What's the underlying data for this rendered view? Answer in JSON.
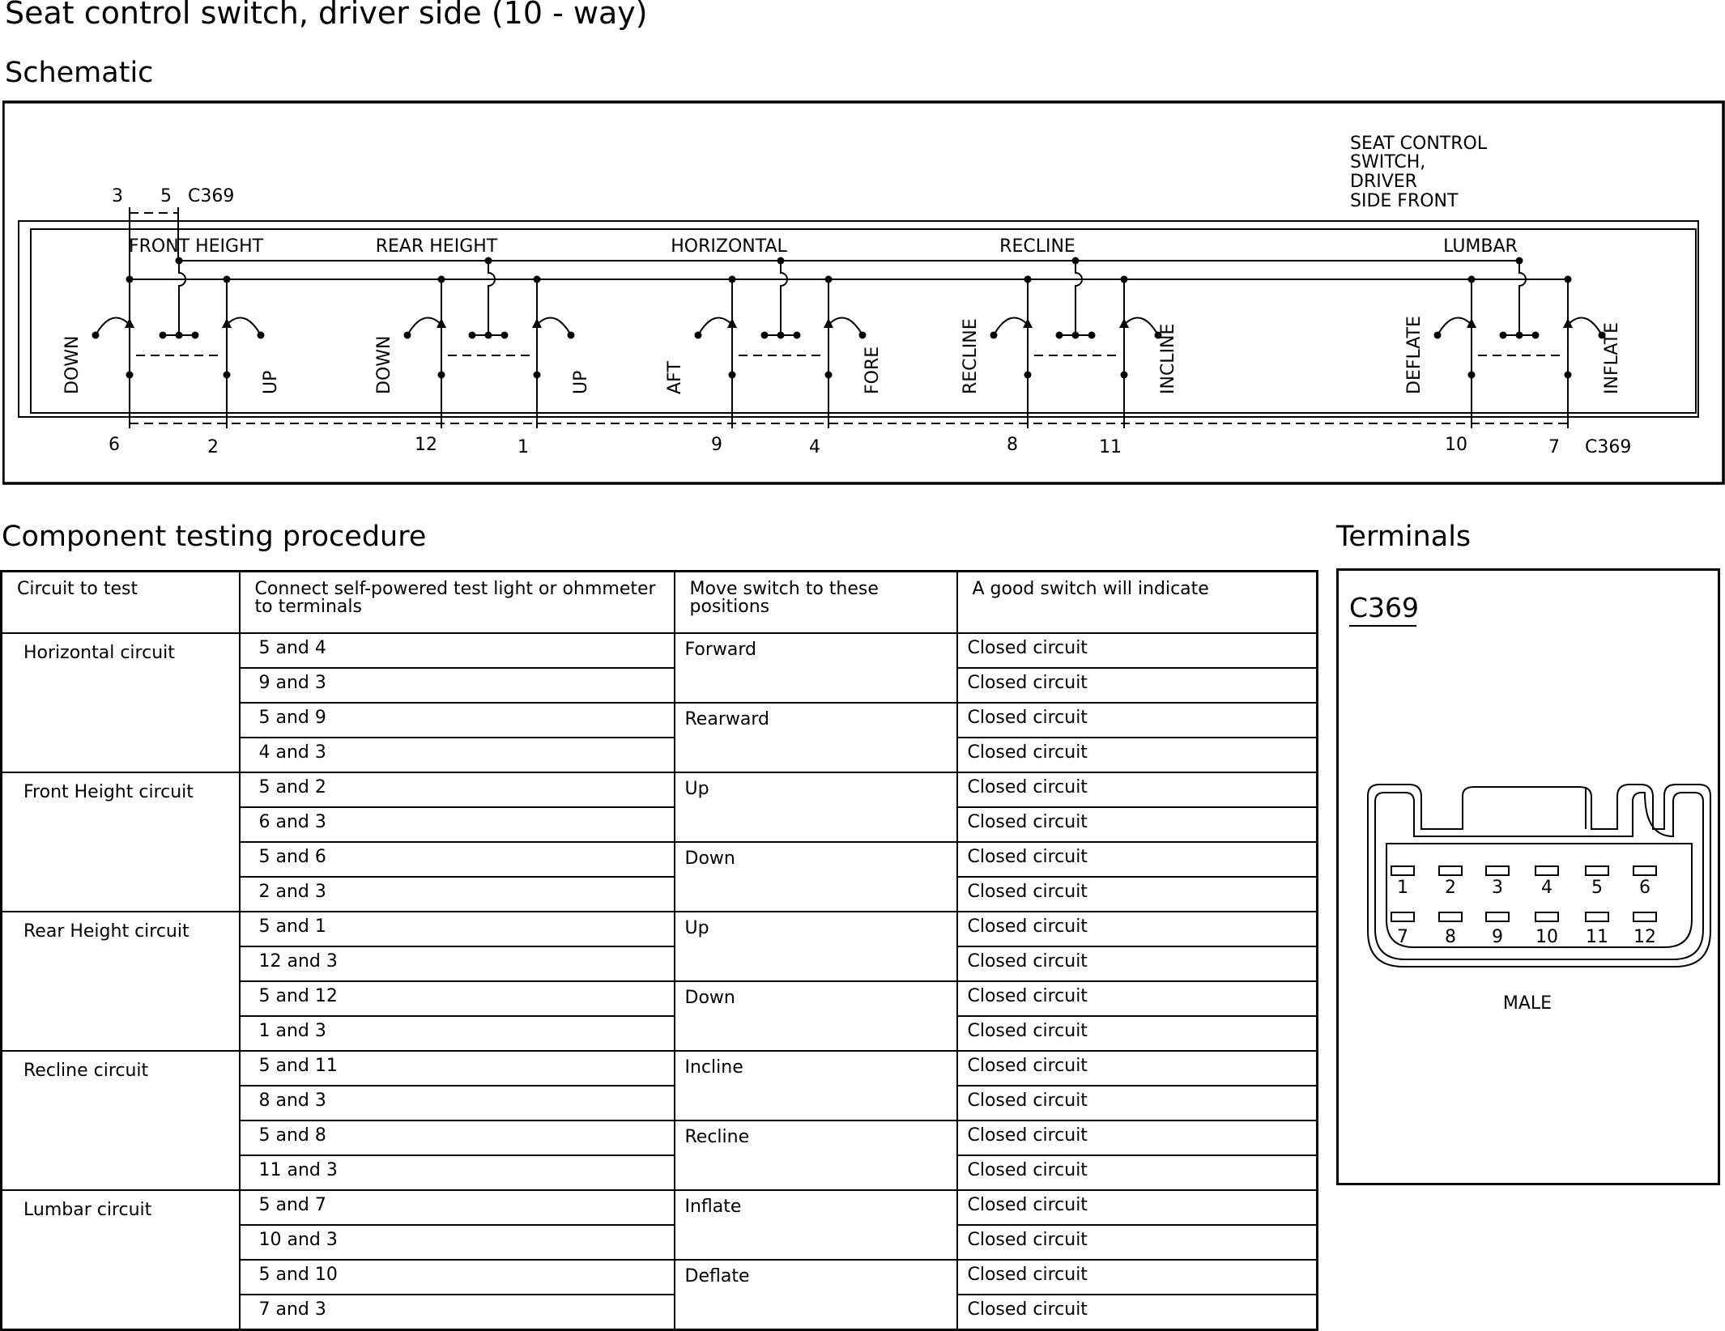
{
  "title": "Seat control switch, driver side (10 - way)",
  "schematic": {
    "heading": "Schematic",
    "component_label": [
      "SEAT CONTROL",
      "SWITCH,",
      "DRIVER",
      "SIDE FRONT"
    ],
    "connector": "C369",
    "top_terminals": [
      "3",
      "5"
    ],
    "sections": [
      {
        "title": "FRONT HEIGHT",
        "left_label": "DOWN",
        "right_label": "UP",
        "left_pin": "6",
        "right_pin": "2"
      },
      {
        "title": "REAR HEIGHT",
        "left_label": "DOWN",
        "right_label": "UP",
        "left_pin": "12",
        "right_pin": "1"
      },
      {
        "title": "HORIZONTAL",
        "left_label": "AFT",
        "right_label": "FORE",
        "left_pin": "9",
        "right_pin": "4"
      },
      {
        "title": "RECLINE",
        "left_label": "RECLINE",
        "right_label": "INCLINE",
        "left_pin": "8",
        "right_pin": "11"
      },
      {
        "title": "LUMBAR",
        "left_label": "DEFLATE",
        "right_label": "INFLATE",
        "left_pin": "10",
        "right_pin": "7"
      }
    ]
  },
  "procedure": {
    "heading": "Component testing procedure",
    "columns": [
      "Circuit to test",
      "Connect self-powered test light or ohmmeter to terminals",
      "Move switch to these positions",
      "A good switch will indicate"
    ],
    "circuits": [
      {
        "name": "Horizontal circuit",
        "groups": [
          {
            "position": "Forward",
            "rows": [
              {
                "terminals": "5 and 4",
                "result": "Closed circuit"
              },
              {
                "terminals": "9 and 3",
                "result": "Closed circuit"
              }
            ]
          },
          {
            "position": "Rearward",
            "rows": [
              {
                "terminals": "5 and 9",
                "result": "Closed circuit"
              },
              {
                "terminals": "4 and 3",
                "result": "Closed circuit"
              }
            ]
          }
        ]
      },
      {
        "name": "Front Height circuit",
        "groups": [
          {
            "position": "Up",
            "rows": [
              {
                "terminals": "5 and 2",
                "result": "Closed circuit"
              },
              {
                "terminals": "6 and 3",
                "result": "Closed circuit"
              }
            ]
          },
          {
            "position": "Down",
            "rows": [
              {
                "terminals": "5 and 6",
                "result": "Closed circuit"
              },
              {
                "terminals": "2 and 3",
                "result": "Closed circuit"
              }
            ]
          }
        ]
      },
      {
        "name": "Rear Height circuit",
        "groups": [
          {
            "position": "Up",
            "rows": [
              {
                "terminals": "5 and 1",
                "result": "Closed circuit"
              },
              {
                "terminals": "12 and 3",
                "result": "Closed circuit"
              }
            ]
          },
          {
            "position": "Down",
            "rows": [
              {
                "terminals": "5 and 12",
                "result": "Closed circuit"
              },
              {
                "terminals": "1 and 3",
                "result": "Closed circuit"
              }
            ]
          }
        ]
      },
      {
        "name": "Recline circuit",
        "groups": [
          {
            "position": "Incline",
            "rows": [
              {
                "terminals": "5 and 11",
                "result": "Closed circuit"
              },
              {
                "terminals": "8 and 3",
                "result": "Closed circuit"
              }
            ]
          },
          {
            "position": "Recline",
            "rows": [
              {
                "terminals": "5 and 8",
                "result": "Closed circuit"
              },
              {
                "terminals": "11 and 3",
                "result": "Closed circuit"
              }
            ]
          }
        ]
      },
      {
        "name": "Lumbar circuit",
        "groups": [
          {
            "position": "Inflate",
            "rows": [
              {
                "terminals": "5 and 7",
                "result": "Closed circuit"
              },
              {
                "terminals": "10 and 3",
                "result": "Closed circuit"
              }
            ]
          },
          {
            "position": "Deflate",
            "rows": [
              {
                "terminals": "5 and 10",
                "result": "Closed circuit"
              },
              {
                "terminals": "7 and 3",
                "result": "Closed circuit"
              }
            ]
          }
        ]
      }
    ]
  },
  "terminals": {
    "heading": "Terminals",
    "connector": "C369",
    "pins_top": [
      "1",
      "2",
      "3",
      "4",
      "5",
      "6"
    ],
    "pins_bottom": [
      "7",
      "8",
      "9",
      "10",
      "11",
      "12"
    ],
    "gender": "MALE"
  }
}
